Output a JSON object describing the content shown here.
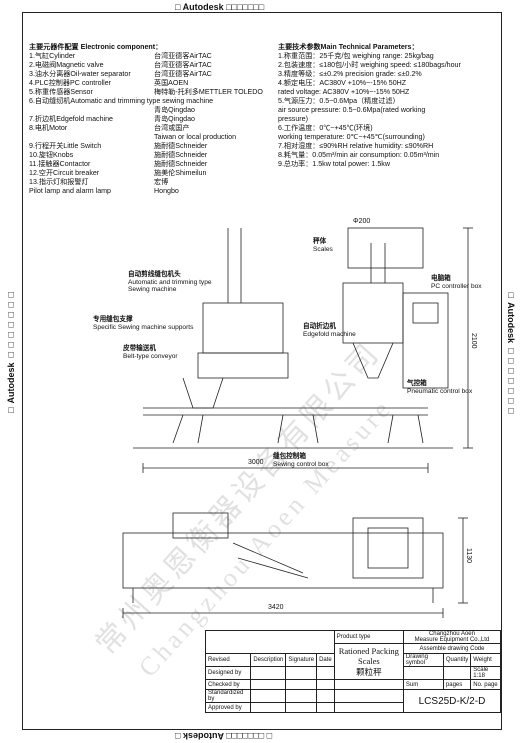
{
  "header": {
    "top": "□ Autodesk □□□□□□□",
    "bottom": "□ □□□□□□□ Autodesk □",
    "left": "□ Autodesk □□□□□□□",
    "right": "□ Autodesk □□□□□□□"
  },
  "components": {
    "title": "主要元器件配置 Electronic component：",
    "items": [
      {
        "label": "1.气缸Cylinder",
        "brand": "台湾亚德客AirTAC"
      },
      {
        "label": "2.电磁阀Magnetic valve",
        "brand": "台湾亚德客AirTAC"
      },
      {
        "label": "3.油水分离器Oil-water separator",
        "brand": "台湾亚德客AirTAC"
      },
      {
        "label": "4.PLC控制器PC controller",
        "brand": "英国AOEN"
      },
      {
        "label": "5.称重传感器Sensor",
        "brand": "梅特勒-托利多METTLER TOLEDO"
      },
      {
        "label": "6.自动缝纫机Automatic and trimming type sewing machine",
        "brand": ""
      },
      {
        "label": "",
        "brand": "青岛Qingdao"
      },
      {
        "label": "7.折边机Edgefold machine",
        "brand": "青岛Qingdao"
      },
      {
        "label": "8.电机Motor",
        "brand": "台湾或国产"
      },
      {
        "label": "",
        "brand": "Taiwan or local production"
      },
      {
        "label": "9.行程开关Little Switch",
        "brand": "施耐德Schneider"
      },
      {
        "label": "10.旋钮Knobs",
        "brand": "施耐德Schneider"
      },
      {
        "label": "11.接触器Contactor",
        "brand": "施耐德Schneider"
      },
      {
        "label": "12.空开Circuit breaker",
        "brand": "施美伦Shimeilun"
      },
      {
        "label": "13.指示灯和报警灯",
        "brand": "宏博"
      },
      {
        "label": "Pilot lamp and alarm lamp",
        "brand": "Hongbo"
      }
    ]
  },
  "parameters": {
    "title": "主要技术参数Main Technical Parameters：",
    "lines": [
      "1.称重范围：25千克/包    weighing range: 25kg/bag",
      "2.包装速度：≤180包/小时  weighing speed: ≤180bags/hour",
      "3.精度等级：≤±0.2%        precision grade: ≤±0.2%",
      "4.额定电压：AC380V  +10%~-15% 50HZ",
      " rated voltage: AC380V  +10%~-15% 50HZ",
      "5.气源压力：0.5~0.6Mpa（精度过滤）",
      " air source pressure: 0.5~0.6Mpa(rated working",
      " pressure)",
      "6.工作温度：0℃~+45℃(环境)",
      " working temperature: 0℃~+45℃(surrounding)",
      "7.相对湿度：≤90%RH         relative humidity: ≤90%RH",
      "8.耗气量：0.05m³/min   air consumption: 0.05m³/min",
      "9.总功率：1.5kw            total power: 1.5kw"
    ]
  },
  "labels": {
    "sewing_machine_cn": "自动剪线缝包机头",
    "sewing_machine_en": "Automatic and trimming type\nSewing machine",
    "special_cn": "专用缝包支撑",
    "special_en": "Specific Sewing machine supports",
    "conveyor_cn": "皮带输送机",
    "conveyor_en": "Belt-type conveyor",
    "scales_cn": "秤体",
    "scales_en": "Scales",
    "edgefold_cn": "自动折边机",
    "edgefold_en": "Edgefold machine",
    "pc_box_cn": "电脑箱",
    "pc_box_en": "PC controller box",
    "pneu_cn": "气控箱",
    "pneu_en": "Pneumatic control box",
    "sew_ctrl_cn": "缝包控制箱",
    "sew_ctrl_en": "Sewing control box"
  },
  "dimensions": {
    "phi": "Φ200",
    "height": "2100",
    "width": "3000",
    "length": "3420",
    "depth": "1130"
  },
  "title_block": {
    "product_type": "Product type",
    "company": "Changzhou Aoen",
    "company2": "Measure Equipment Co.,Ltd",
    "drawing": "Assemble drawing Code",
    "product_name": "Rationed Packing Scales",
    "product_name_cn": "颗粒秤",
    "revise": "Revised",
    "descr": "Description",
    "sign": "Signature",
    "date": "Date",
    "designed": "Designed by",
    "checked": "Checked by",
    "std": "Standardized by",
    "approved": "Approved by",
    "drawing_symbol": "Drawing symbol",
    "quantity": "Quantity",
    "weight": "Weight",
    "scale": "Scale",
    "scale_val": "1:18",
    "sum": "Sum",
    "pages": "pages",
    "no": "No.",
    "page": "page",
    "code": "LCS25D-K/2-D"
  },
  "watermark": {
    "cn": "常州奥恩衡器设备有限公司",
    "en": "Changzhou Aoen Measure"
  }
}
